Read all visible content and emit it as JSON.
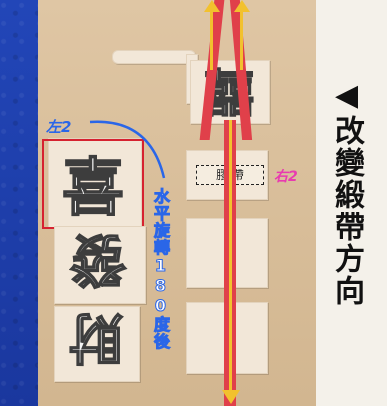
{
  "labels": {
    "left2": "左2",
    "right2": "右2",
    "tape": "膠 帶"
  },
  "instruction_vertical": "水平旋轉180度後",
  "side_title": "◀改變緞帶方向",
  "cards": {
    "top_char": "囍",
    "framed_char": "喜",
    "middle_char": "發",
    "bottom_char": "財"
  },
  "colors": {
    "background": "#1d3aa6",
    "board": "#d8bd98",
    "card": "#f2e7d8",
    "ribbon": "#e0404a",
    "arrow": "#f2c12e",
    "frame": "#d62230",
    "label_blue": "#2a66e8",
    "label_pink": "#e83bb0"
  }
}
